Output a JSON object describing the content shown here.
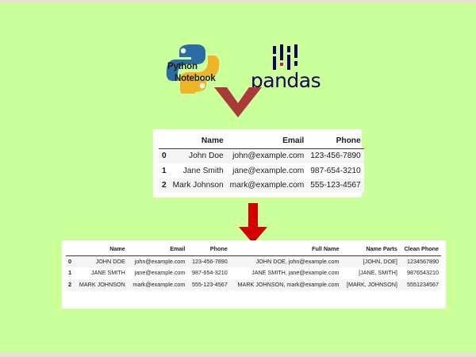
{
  "background": {
    "color": "#caff99",
    "frame_color": "#e6e0cc"
  },
  "logos": {
    "python": {
      "name": "python-notebook-logo",
      "line1": "Python",
      "line2": "Notebook",
      "blue": "#2b6ca3",
      "yellow": "#f0b429"
    },
    "pandas": {
      "name": "pandas-logo",
      "wordmark": "pandas",
      "color": "#150458",
      "accent": "#e70488"
    }
  },
  "arrows": {
    "chevron": {
      "label": "chevron-down-arrow",
      "color": "#a83a3a"
    },
    "down": {
      "label": "down-arrow",
      "color": "#d40000"
    }
  },
  "table_one": {
    "name": "input-dataframe",
    "columns": [
      "",
      "Name",
      "Email",
      "Phone"
    ],
    "rows": [
      {
        "index": "0",
        "cells": [
          "John Doe",
          "john@example.com",
          "123-456-7890"
        ]
      },
      {
        "index": "1",
        "cells": [
          "Jane Smith",
          "jane@example.com",
          "987-654-3210"
        ]
      },
      {
        "index": "2",
        "cells": [
          "Mark Johnson",
          "mark@example.com",
          "555-123-4567"
        ]
      }
    ]
  },
  "table_two": {
    "name": "output-dataframe",
    "columns": [
      "",
      "Name",
      "Email",
      "Phone",
      "Full Name",
      "Name Parts",
      "Clean Phone"
    ],
    "rows": [
      {
        "index": "0",
        "cells": [
          "JOHN DOE",
          "john@example.com",
          "123-456-7890",
          "JOHN DOE, john@example.com",
          "[JOHN, DOE]",
          "1234567890"
        ]
      },
      {
        "index": "1",
        "cells": [
          "JANE SMITH",
          "jane@example.com",
          "987-654-3210",
          "JANE SMITH, jane@example.com",
          "[JANE, SMITH]",
          "9876543210"
        ]
      },
      {
        "index": "2",
        "cells": [
          "MARK JOHNSON",
          "mark@example.com",
          "555-123-4567",
          "MARK JOHNSON, mark@example.com",
          "[MARK, JOHNSON]",
          "5551234567"
        ]
      }
    ]
  }
}
